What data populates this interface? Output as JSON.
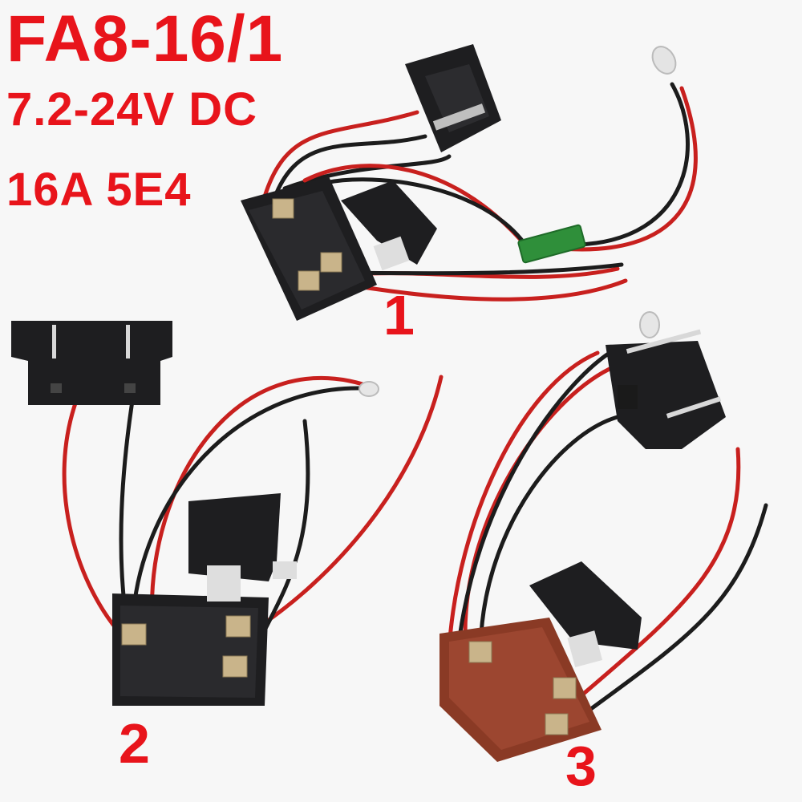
{
  "title": {
    "model": "FA8-16/1",
    "voltage": "7.2-24V DC",
    "rating": "16A 5E4"
  },
  "labels": {
    "switch1": "1",
    "switch2": "2",
    "switch3": "3"
  },
  "colors": {
    "accent_red": "#e8141b",
    "wire_red": "#c8201e",
    "wire_black": "#1c1c1c",
    "body_black": "#1e1e20",
    "body_brown": "#8a3a25",
    "pcb_green": "#2f8f3a"
  },
  "items": [
    {
      "id": "switch-1",
      "body": "black",
      "extras": [
        "battery-holder",
        "led",
        "led-pcb"
      ]
    },
    {
      "id": "switch-2",
      "body": "black",
      "extras": [
        "battery-holder",
        "led"
      ]
    },
    {
      "id": "switch-3",
      "body": "brown",
      "extras": [
        "battery-holder",
        "led"
      ]
    }
  ]
}
